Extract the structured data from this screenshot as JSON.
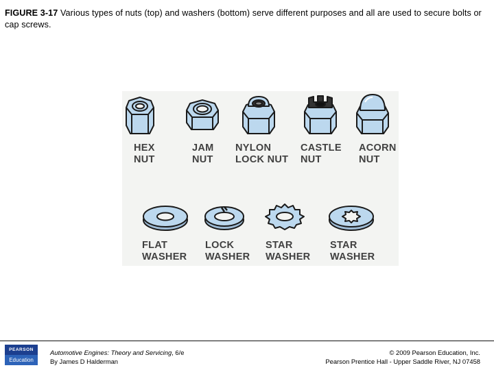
{
  "caption": {
    "figure_label": "FIGURE 3-17",
    "text": " Various types of nuts (top) and washers (bottom) serve different purposes and all are used to secure bolts or cap screws."
  },
  "figure": {
    "nuts": [
      {
        "line1": "HEX",
        "line2": "NUT",
        "icon": "hex-nut-icon"
      },
      {
        "line1": "JAM",
        "line2": "NUT",
        "icon": "jam-nut-icon"
      },
      {
        "line1": "NYLON",
        "line2": "LOCK NUT",
        "icon": "nylon-lock-nut-icon"
      },
      {
        "line1": "CASTLE",
        "line2": "NUT",
        "icon": "castle-nut-icon"
      },
      {
        "line1": "ACORN",
        "line2": "NUT",
        "icon": "acorn-nut-icon"
      }
    ],
    "washers": [
      {
        "line1": "FLAT",
        "line2": "WASHER",
        "icon": "flat-washer-icon"
      },
      {
        "line1": "LOCK",
        "line2": "WASHER",
        "icon": "lock-washer-icon"
      },
      {
        "line1": "STAR",
        "line2": "WASHER",
        "icon": "star-washer-external-icon"
      },
      {
        "line1": "STAR",
        "line2": "WASHER",
        "icon": "star-washer-internal-icon"
      }
    ],
    "colors": {
      "metal": "#bcd8ee",
      "outline": "#1a1a1a",
      "label": "#404040"
    }
  },
  "footer": {
    "logo_top": "PEARSON",
    "logo_bottom": "Education",
    "book_title": "Automotive Engines: Theory and Servicing",
    "book_edition": ", 6/e",
    "book_author": "By James D Halderman",
    "copyright": "© 2009 Pearson Education, Inc.",
    "publisher": "Pearson Prentice Hall - Upper Saddle River, NJ 07458",
    "colors": {
      "logo_dark": "#1c3f8f",
      "logo_light": "#2d63b8"
    }
  }
}
